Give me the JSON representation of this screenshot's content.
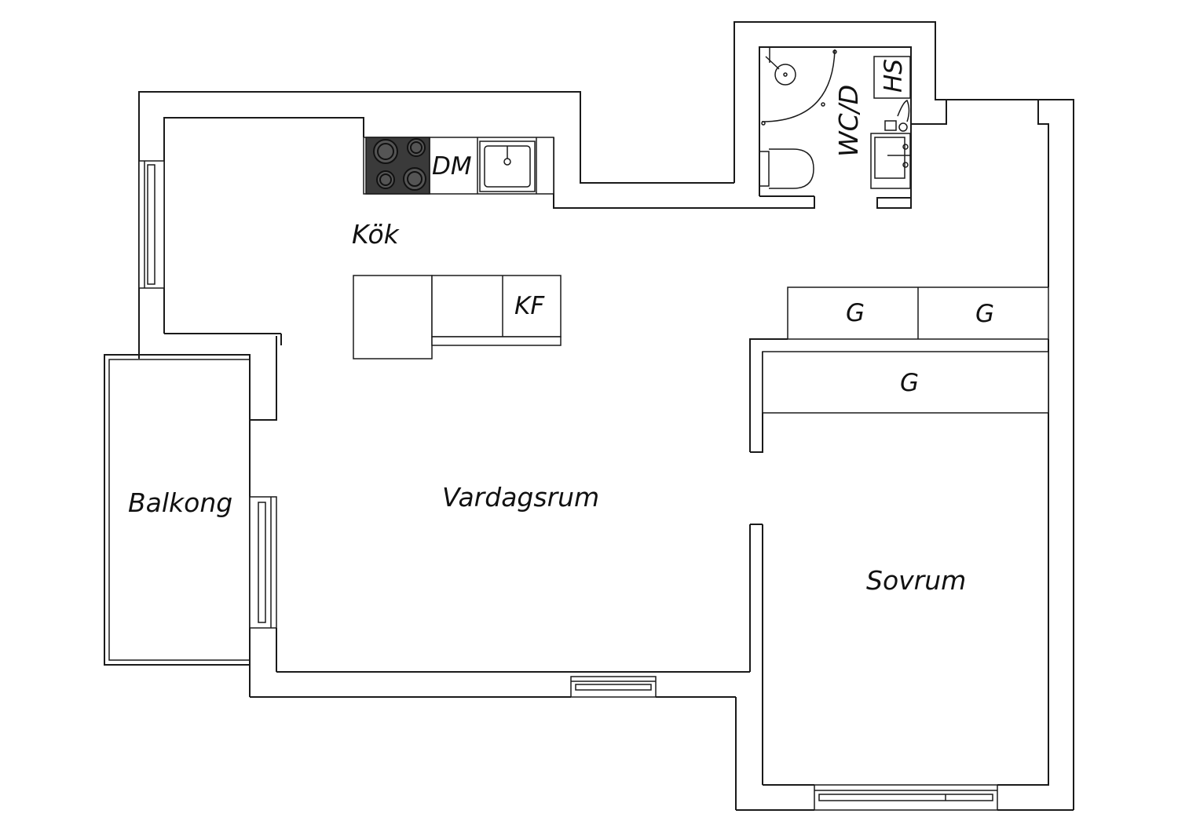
{
  "rooms": {
    "kok": "Kök",
    "vardagsrum": "Vardagsrum",
    "balkong": "Balkong",
    "sovrum": "Sovrum",
    "wc": "WC/D"
  },
  "fixtures": {
    "dishwasher": "DM",
    "fridge_freezer": "KF",
    "heating_cabinet": "HS",
    "wardrobe_1": "G",
    "wardrobe_2": "G",
    "wardrobe_3": "G"
  },
  "colors": {
    "line": "#1a1a1a",
    "stove": "#3a3a3a",
    "background": "#ffffff"
  }
}
